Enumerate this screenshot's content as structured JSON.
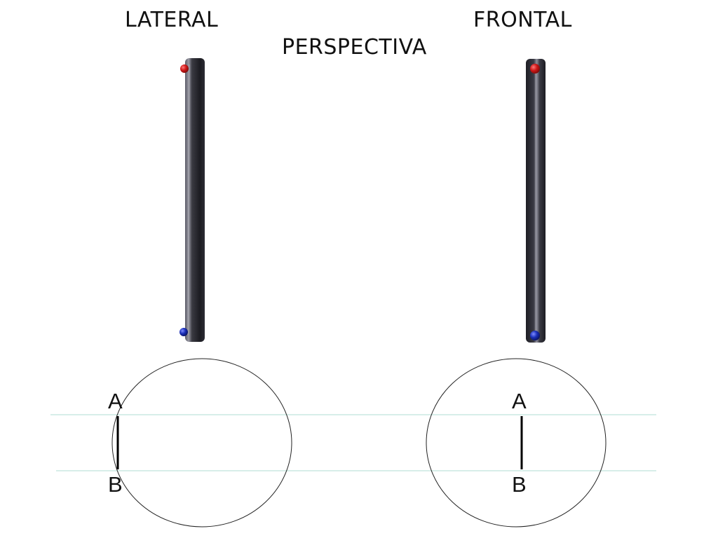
{
  "views": {
    "lateral": {
      "title": "LATERAL"
    },
    "perspectiva": {
      "title": "PERSPECTIVA"
    },
    "frontal": {
      "title": "FRONTAL"
    }
  },
  "points": {
    "top": {
      "label": "A",
      "color": "#d01818"
    },
    "bottom": {
      "label": "B",
      "color": "#1a2fb8"
    }
  },
  "colors": {
    "rod": "#2a2a30",
    "guide_lines": "#bfe3dc",
    "circle": "#222222",
    "segment": "#000000"
  }
}
